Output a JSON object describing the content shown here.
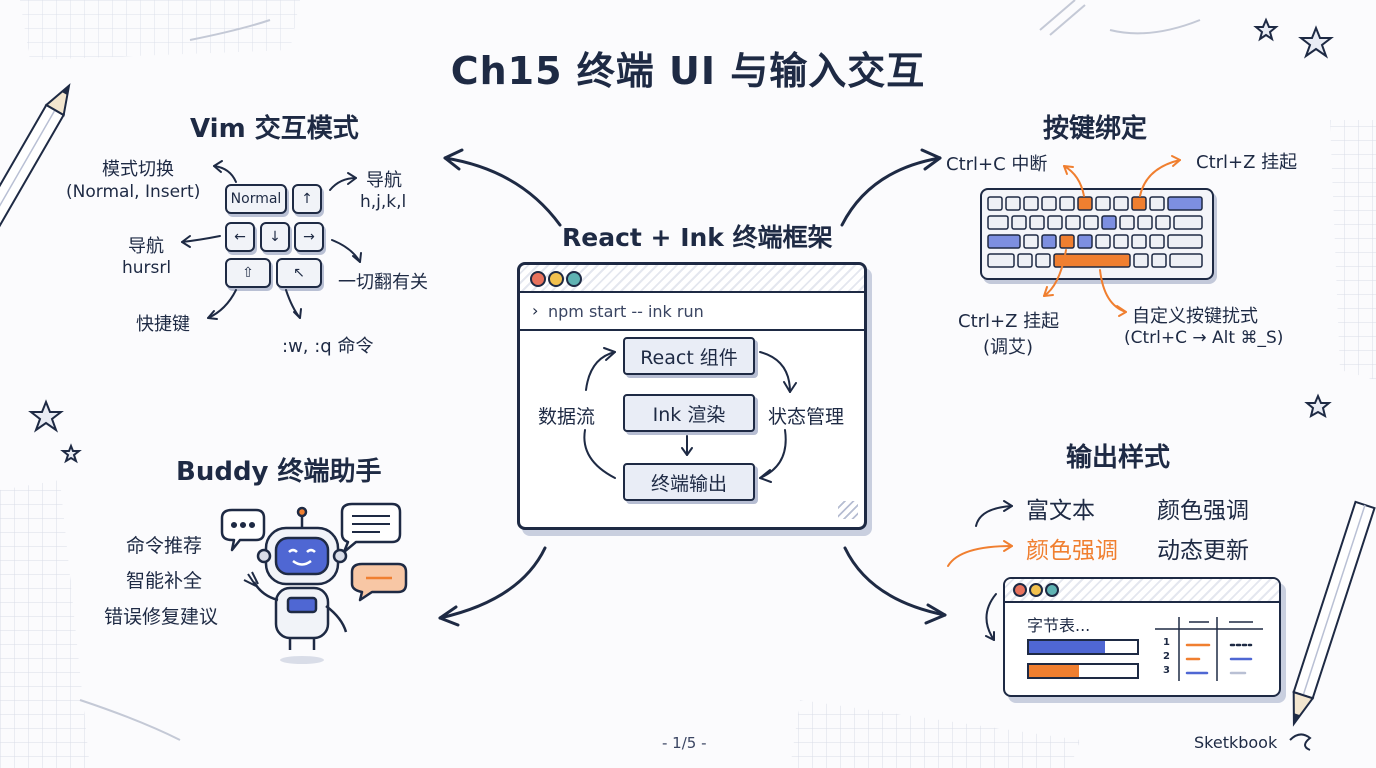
{
  "title": "Ch15 终端 UI 与输入交互",
  "center": {
    "title": "React + Ink 终端框架",
    "command": "npm start -- ink run",
    "boxes": [
      "React 组件",
      "Ink 渲染",
      "终端输出"
    ],
    "left_label": "数据流",
    "right_label": "状态管理"
  },
  "vim": {
    "title": "Vim 交互模式",
    "mode_switch": "模式切换",
    "mode_switch_sub": "(Normal, Insert)",
    "nav_right": "导航",
    "nav_right_keys": "h,j,k,l",
    "nav_left": "导航",
    "nav_left_keys": "hursrl",
    "all_related": "一切翻有关",
    "shortcuts": "快捷键",
    "commands": ":w, :q 命令",
    "keys": {
      "normal": "Normal",
      "up": "↑",
      "left": "←",
      "down": "↓",
      "right": "→",
      "shift": "⇧",
      "cursor": "↖"
    }
  },
  "keybind": {
    "title": "按键绑定",
    "ctrl_c": "Ctrl+C 中断",
    "ctrl_z_top": "Ctrl+Z 挂起",
    "ctrl_z_bottom": "Ctrl+Z 挂起",
    "ctrl_z_bottom_sub": "(调艾)",
    "custom": "自定义按键扰式",
    "custom_sub": "(Ctrl+C → Alt ⌘_S)"
  },
  "buddy": {
    "title": "Buddy 终端助手",
    "items": [
      "命令推荐",
      "智能补全",
      "错误修复建议"
    ]
  },
  "output": {
    "title": "输出样式",
    "rich_text": "富文本",
    "color_emphasis": "颜色强调",
    "color_emphasis_orange": "颜色强调",
    "dynamic_update": "动态更新",
    "panel_label": "字节表...",
    "rows": [
      "1",
      "2",
      "3"
    ]
  },
  "footer": {
    "page": "- 1/5 -",
    "brand": "Sketkbook"
  },
  "colors": {
    "ink": "#1e2a44",
    "blue": "#5b73d9",
    "orange": "#f07f30",
    "dot_red": "#e8725c",
    "dot_yellow": "#f2c14e",
    "dot_teal": "#5fb3b3"
  }
}
